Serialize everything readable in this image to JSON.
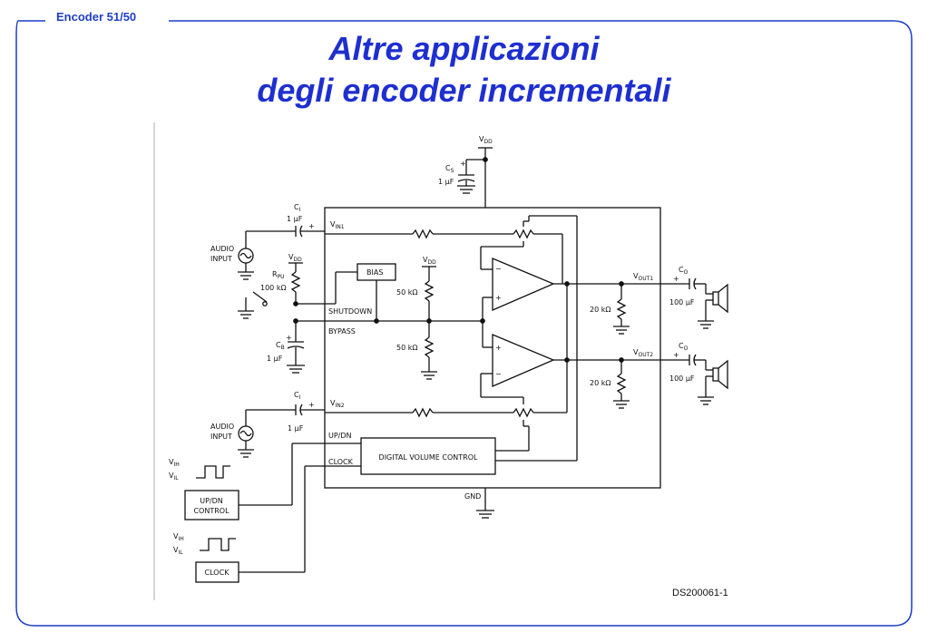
{
  "header": {
    "slide_label": "Encoder 51/50"
  },
  "title": {
    "line1": "Altre applicazioni",
    "line2": "degli encoder incrementali"
  },
  "diagram": {
    "vdd": "V",
    "vdd_sub": "DD",
    "cs": "C",
    "cs_sub": "S",
    "cs_value": "1 μF",
    "ci": "C",
    "ci_sub": "I",
    "ci_value": "1 μF",
    "audio_input": [
      "AUDIO",
      "INPUT"
    ],
    "rpu": "R",
    "rpu_sub": "PU",
    "rpu_value": "100 kΩ",
    "vin1": "V",
    "vin1_sub": "IN1",
    "vin2": "V",
    "vin2_sub": "IN2",
    "bias": "BIAS",
    "shutdown": "SHUTDOWN",
    "bypass": "BYPASS",
    "cb": "C",
    "cb_sub": "B",
    "cb_value": "1 μF",
    "r50k": "50 kΩ",
    "vout1": "V",
    "vout1_sub": "OUT1",
    "vout2": "V",
    "vout2_sub": "OUT2",
    "co": "C",
    "co_sub": "O",
    "co_value": "100 μF",
    "r20k": "20 kΩ",
    "updn_pin": "UP/DN",
    "clock_pin": "CLOCK",
    "dvc": "DIGITAL VOLUME CONTROL",
    "gnd": "GND",
    "vih": "V",
    "vih_sub": "IH",
    "vil": "V",
    "vil_sub": "IL",
    "updn_control": [
      "UP/DN",
      "CONTROL"
    ],
    "clock_box": "CLOCK",
    "plus": "+",
    "minus": "−",
    "ds_code": "DS200061-1"
  }
}
